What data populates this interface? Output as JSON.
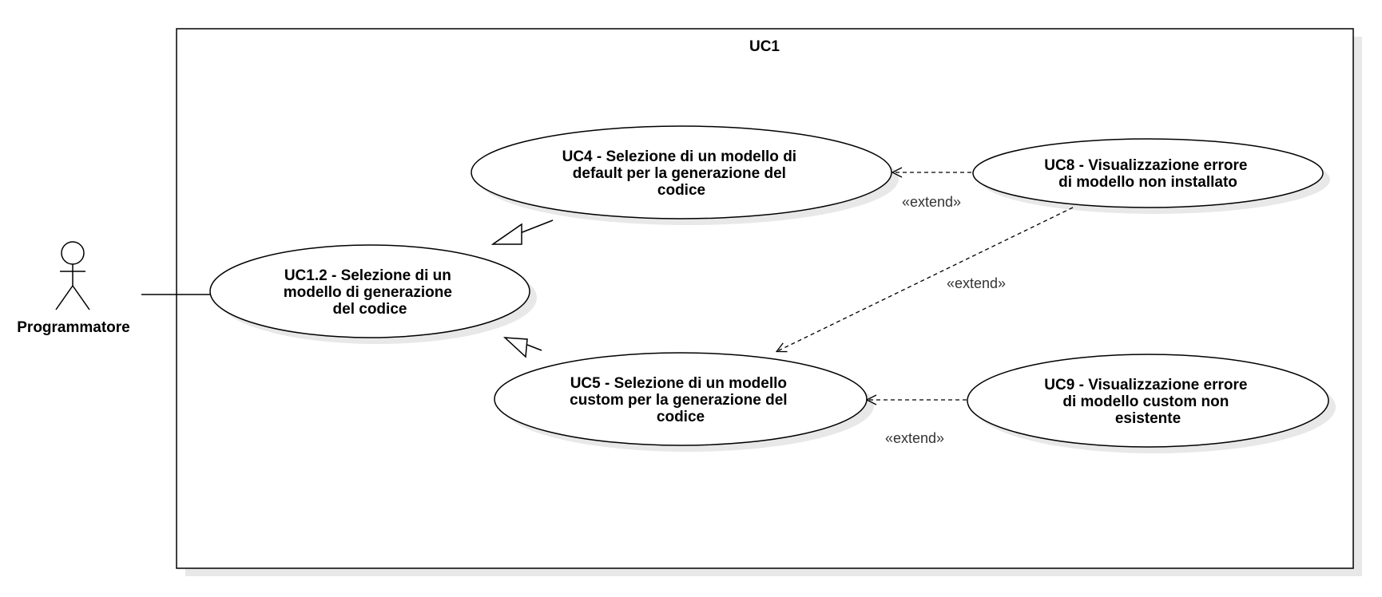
{
  "system": {
    "title": "UC1"
  },
  "actor": {
    "name": "Programmatore"
  },
  "use_cases": {
    "uc12": [
      "UC1.2 - Selezione di un",
      "modello di generazione",
      "del codice"
    ],
    "uc4": [
      "UC4 - Selezione di un modello di",
      "default per la generazione del",
      "codice"
    ],
    "uc5": [
      "UC5 - Selezione di un modello",
      "custom per la generazione del",
      "codice"
    ],
    "uc8": [
      "UC8 - Visualizzazione errore",
      "di modello non installato"
    ],
    "uc9": [
      "UC9 - Visualizzazione errore",
      "di modello custom non",
      "esistente"
    ]
  },
  "relations": {
    "extend_uc8_uc4": "«extend»",
    "extend_uc8_uc5": "«extend»",
    "extend_uc9_uc5": "«extend»"
  },
  "colors": {
    "stroke": "#000000",
    "shadow": "#e8e8e8",
    "fill": "#ffffff"
  }
}
